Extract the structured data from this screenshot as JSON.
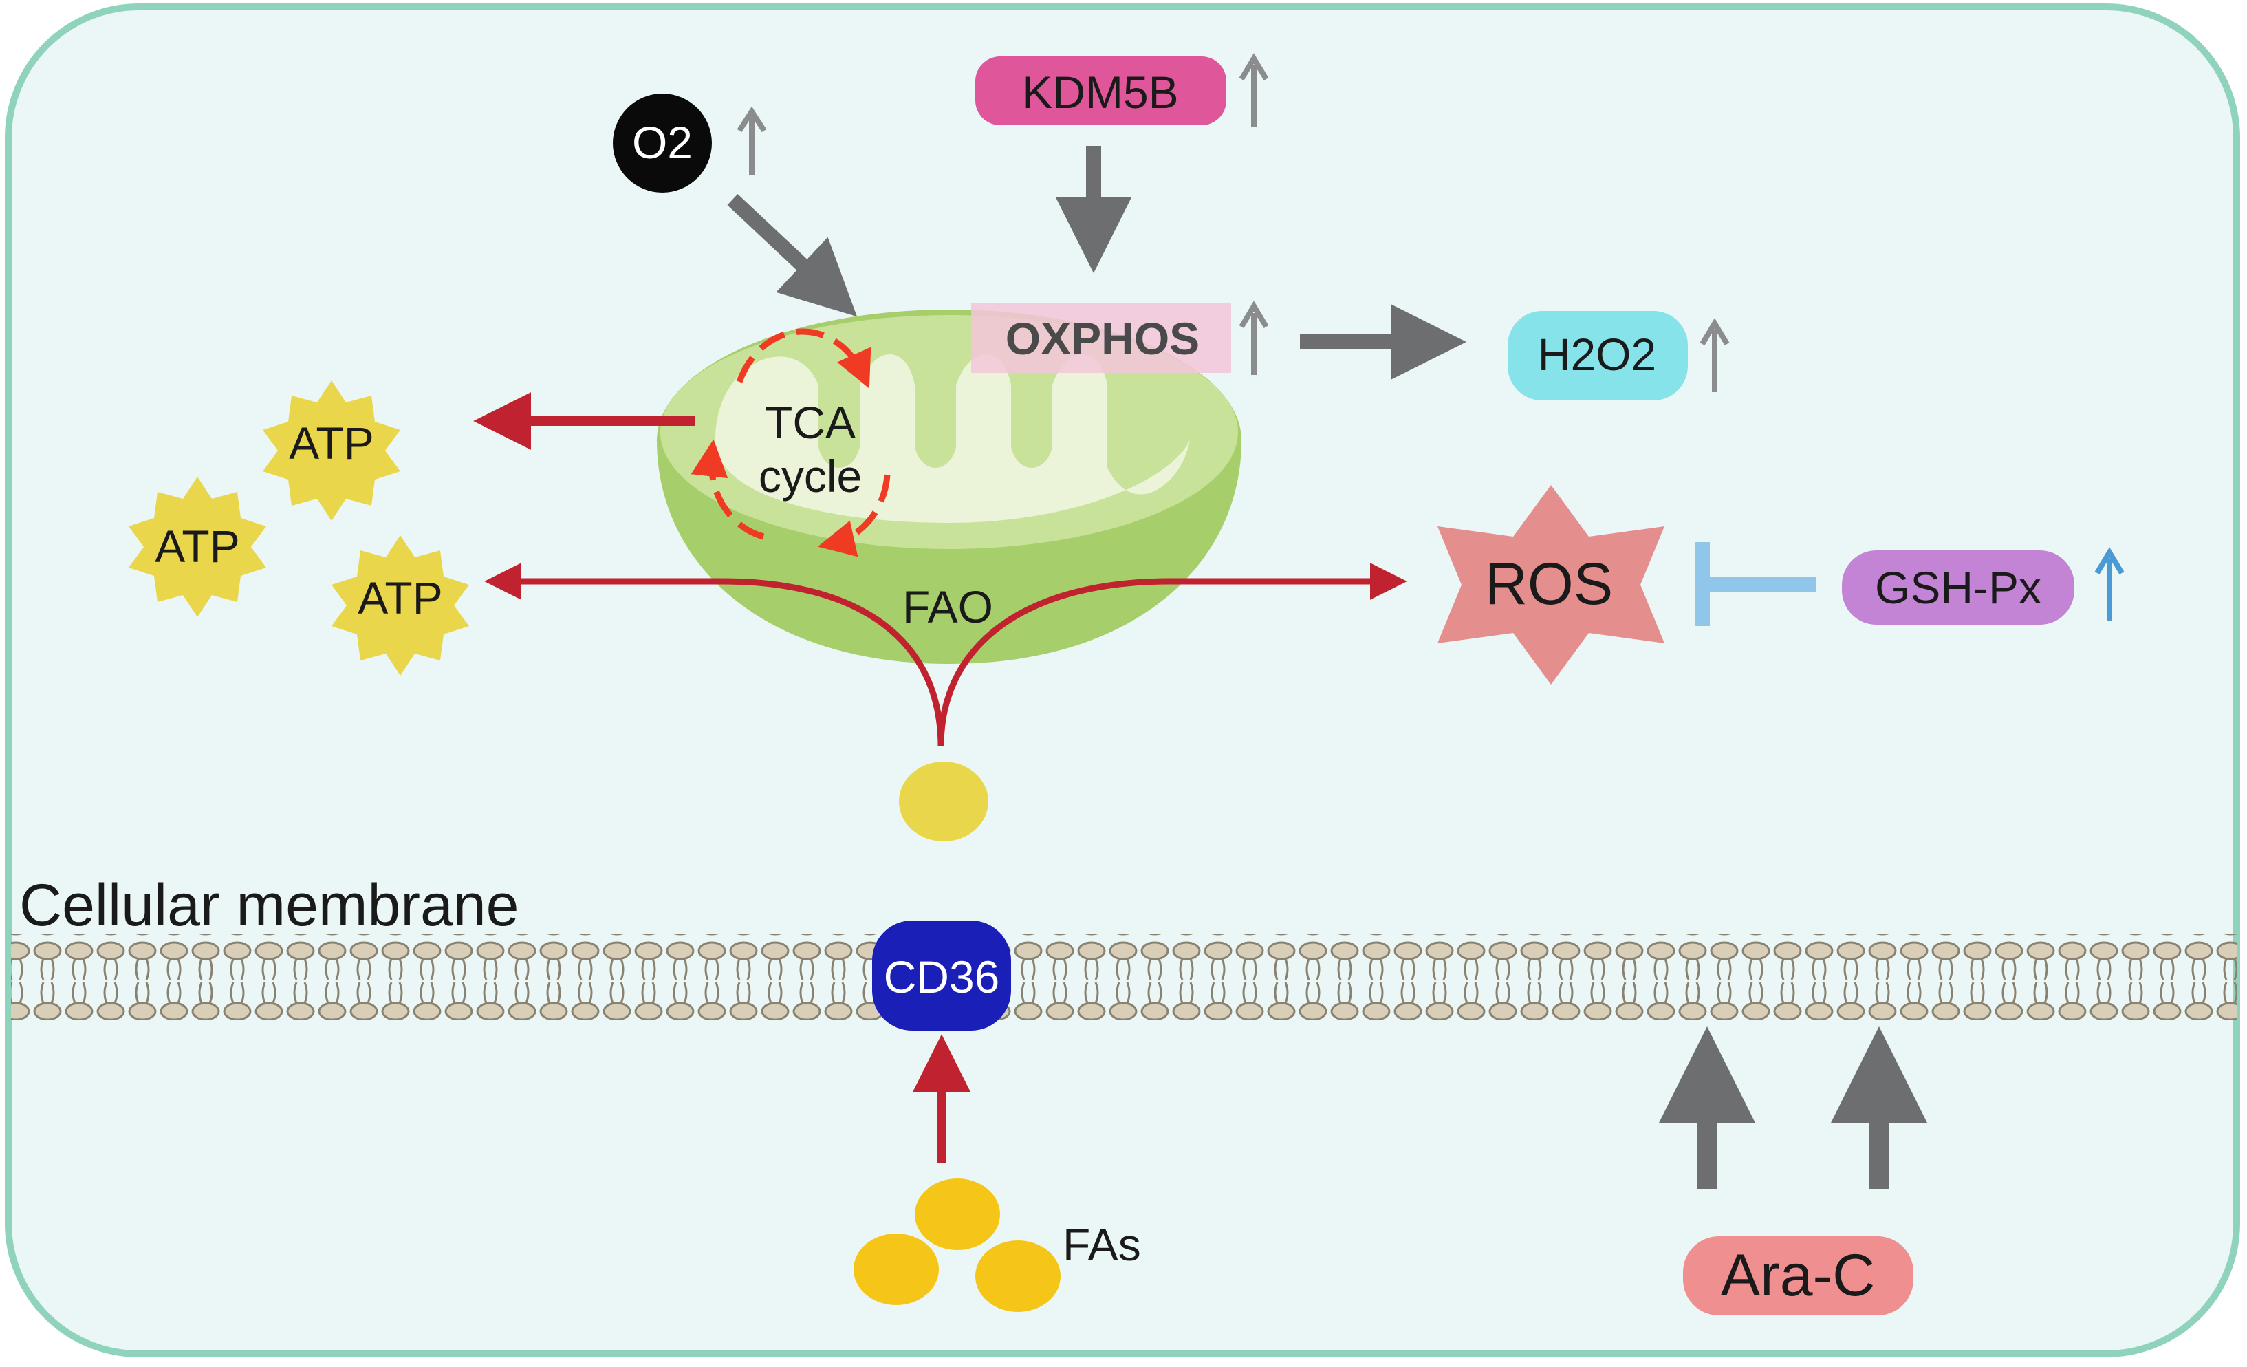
{
  "nodes": {
    "o2": "O2",
    "kdm5b": "KDM5B",
    "oxphos": "OXPHOS",
    "h2o2": "H2O2",
    "tca_line1": "TCA",
    "tca_line2": "cycle",
    "atp1": "ATP",
    "atp2": "ATP",
    "atp3": "ATP",
    "fao": "FAO",
    "ros": "ROS",
    "gshpx": "GSH-Px",
    "membrane_label": "Cellular membrane",
    "cd36": "CD36",
    "fas": "FAs",
    "arac": "Ara-C"
  },
  "colors": {
    "cell_fill": "#ebf7f6",
    "cell_border": "#8fd3bd",
    "activation_red": "#c0222f",
    "gray_arrow": "#6d6e70",
    "up_gray": "#8a8c8e",
    "up_blue": "#4a9ad6",
    "kdm5b": "#e0569a",
    "oxphos": "#f3c6d9",
    "h2o2": "#86e3ea",
    "ros": "#e58e8e",
    "gshpx": "#c484d6",
    "arac": "#ef8f8f",
    "cd36": "#1a1fb8",
    "atp": "#ead64b",
    "fa": "#f5c518",
    "mito_outer": "#a6cf6b",
    "mito_inner": "#cfe6a8",
    "inhibit_blue": "#8fc6ea"
  }
}
